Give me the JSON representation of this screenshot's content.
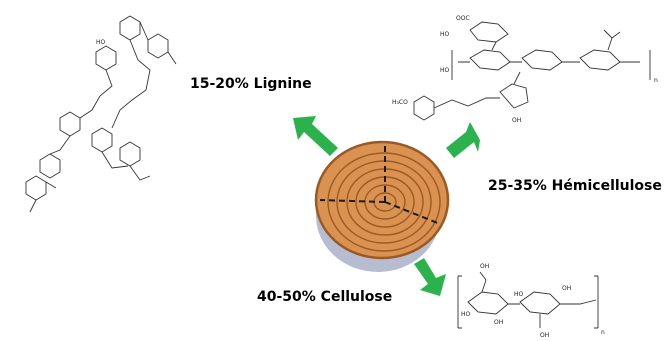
{
  "labels": {
    "lignin": "15-20% Lignine",
    "hemicellulose": "25-35% Hémicellulose",
    "cellulose": "40-50% Cellulose"
  },
  "chem_text": {
    "hemi_cooc": "OOC",
    "hemi_ho1": "HO",
    "hemi_ho2": "HO",
    "hemi_oh": "OH",
    "hemi_h3co": "H₃CO",
    "hemi_n": "n",
    "cell_oh1": "OH",
    "cell_oh2": "OH",
    "cell_ho1": "HO",
    "cell_ho2": "HO",
    "cell_oh3": "OH",
    "cell_oh4": "OH",
    "cell_n": "n",
    "lig_ho": "HO"
  },
  "colors": {
    "arrow": "#2bb24c",
    "wood_outer": "#d9924f",
    "wood_ring": "#9a5a26",
    "wood_shadow": "#b7bdd1",
    "crack": "#1a1a1a"
  }
}
